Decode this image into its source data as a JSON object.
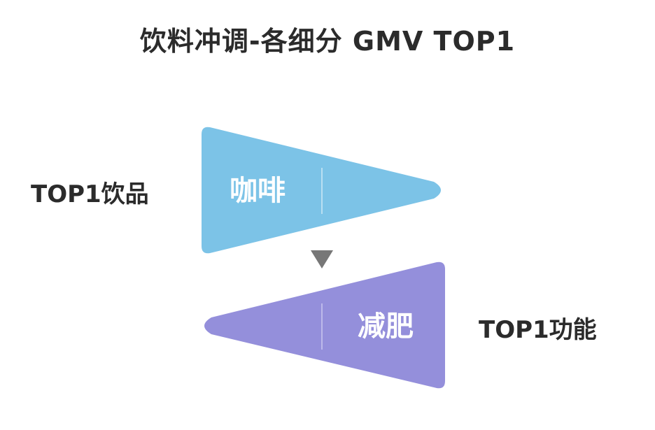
{
  "title": "饮料冲调-各细分 GMV TOP1",
  "top": {
    "side_label": "TOP1饮品",
    "category": "咖啡",
    "color": "#7cc3e7"
  },
  "bottom": {
    "side_label": "TOP1功能",
    "category": "减肥",
    "color": "#948fdb"
  },
  "arrow_color": "#777777"
}
